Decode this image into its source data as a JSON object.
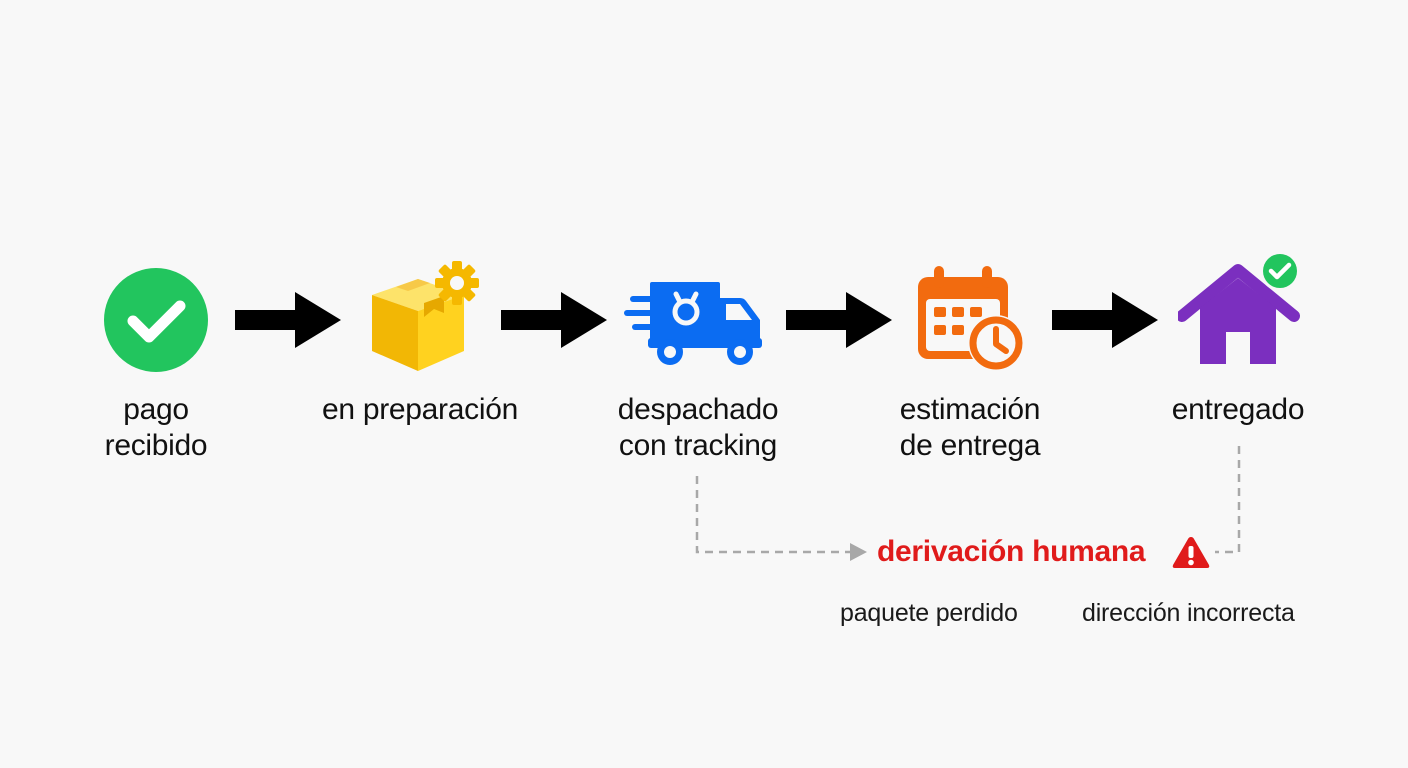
{
  "steps": [
    {
      "id": "pago-recibido",
      "lines": [
        "pago",
        "recibido"
      ],
      "icon": "check-circle-icon",
      "color": "#22c55e"
    },
    {
      "id": "en-preparacion",
      "lines": [
        "en preparación"
      ],
      "icon": "package-gear-icon",
      "color": "#f5c518"
    },
    {
      "id": "despachado",
      "lines": [
        "despachado",
        "con tracking"
      ],
      "icon": "delivery-truck-icon",
      "color": "#0b6cf2"
    },
    {
      "id": "estimacion",
      "lines": [
        "estimación",
        "de entrega"
      ],
      "icon": "calendar-clock-icon",
      "color": "#f26b0f"
    },
    {
      "id": "entregado",
      "lines": [
        "entregado"
      ],
      "icon": "house-check-icon",
      "color": "#7b2fbf"
    }
  ],
  "escalation": {
    "label": "derivación humana",
    "icon": "warning-icon",
    "color": "#e01b1b",
    "reasons": [
      "paquete perdido",
      "dirección incorrecta"
    ]
  },
  "colors": {
    "arrow": "#000000",
    "dashed_line": "#a8a8a8",
    "text": "#111111",
    "background": "#f8f8f8"
  }
}
